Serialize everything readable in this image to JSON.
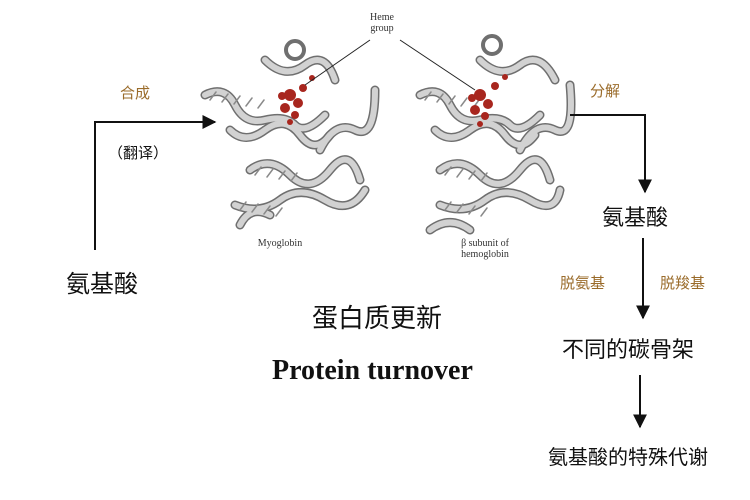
{
  "diagram": {
    "left_amino_acid": "氨基酸",
    "synthesis": "合成",
    "translation": "（翻译）",
    "degradation": "分解",
    "right_amino_acid": "氨基酸",
    "deamination": "脱氨基",
    "decarboxylation": "脱羧基",
    "carbon_skeleton": "不同的碳骨架",
    "special_metabolism": "氨基酸的特殊代谢",
    "title_cn": "蛋白质更新",
    "title_en": "Protein turnover",
    "heme_line1": "Heme",
    "heme_line2": "group",
    "myoglobin": "Myoglobin",
    "beta_line1": "β subunit of",
    "beta_line2": "hemoglobin"
  },
  "colors": {
    "heme": "#a8261e",
    "ribbon": "#d2d2d2",
    "ribbon_edge": "#6f6f6f",
    "arrow": "#111111",
    "accent_text": "#9a6b2a"
  }
}
